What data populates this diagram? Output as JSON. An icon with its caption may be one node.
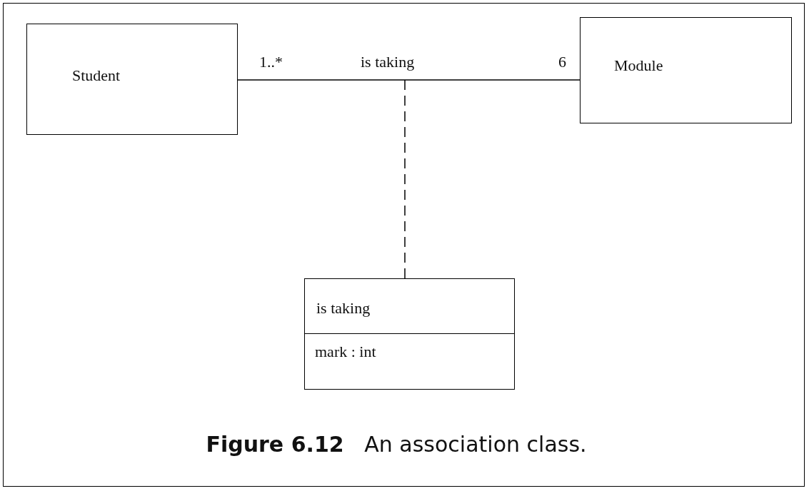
{
  "diagram": {
    "caption": "**Figure 6.12**   An association class.",
    "nodes": [
      {
        "text": [
          "Student"
        ]
      },
      {
        "text": [
          "Module"
        ]
      },
      {
        "text": [
          "is taking",
          "mark : int"
        ]
      }
    ],
    "edges": [
      {
        "from": 0,
        "to": 1,
        "arrow": "none",
        "label": "is taking"
      },
      {
        "from": 2,
        "to": null,
        "arrow": "none",
        "style": "dashed"
      }
    ],
    "labels": [
      "1..*",
      "6"
    ]
  }
}
